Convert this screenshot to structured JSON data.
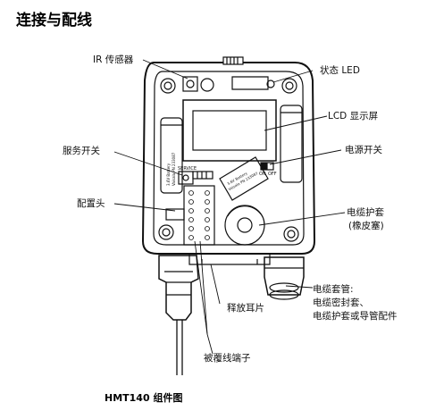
{
  "header": {
    "title": "连接与配线"
  },
  "caption": "HMT140 组件图",
  "labels": {
    "ir_sensor": "IR 传感器",
    "status_led": "状态 LED",
    "lcd": "LCD 显示屏",
    "service_switch": "服务开关",
    "power_switch": "电源开关",
    "config_header": "配置头",
    "cable_grommet_line1": "电缆护套",
    "cable_grommet_line2": "(橡皮塞)",
    "release_tab": "释放耳片",
    "conduit_line1": "电缆套管:",
    "conduit_line2": "电缆密封套、",
    "conduit_line3": "电缆护套或导管配件",
    "wire_terminal": "被覆线端子"
  },
  "board_text": {
    "service": "SERVICE",
    "on": "ON",
    "off": "OFF",
    "battery1_line1": "3.6V Battery",
    "battery1_line2": "Vaisala PN 233087",
    "battery2_line1": "3.6V Battery",
    "battery2_line2": "Vaisala PN 233087"
  }
}
